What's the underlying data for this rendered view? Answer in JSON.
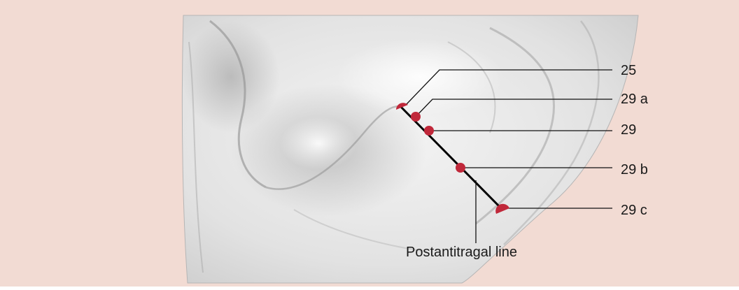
{
  "labels": {
    "point_25": "25",
    "point_29a": "29 a",
    "point_29": "29",
    "point_29b": "29 b",
    "point_29c": "29 c",
    "line": "Postantitragal line"
  },
  "colors": {
    "background": "#f2dbd3",
    "marker": "#c0283a",
    "line": "#000000"
  }
}
